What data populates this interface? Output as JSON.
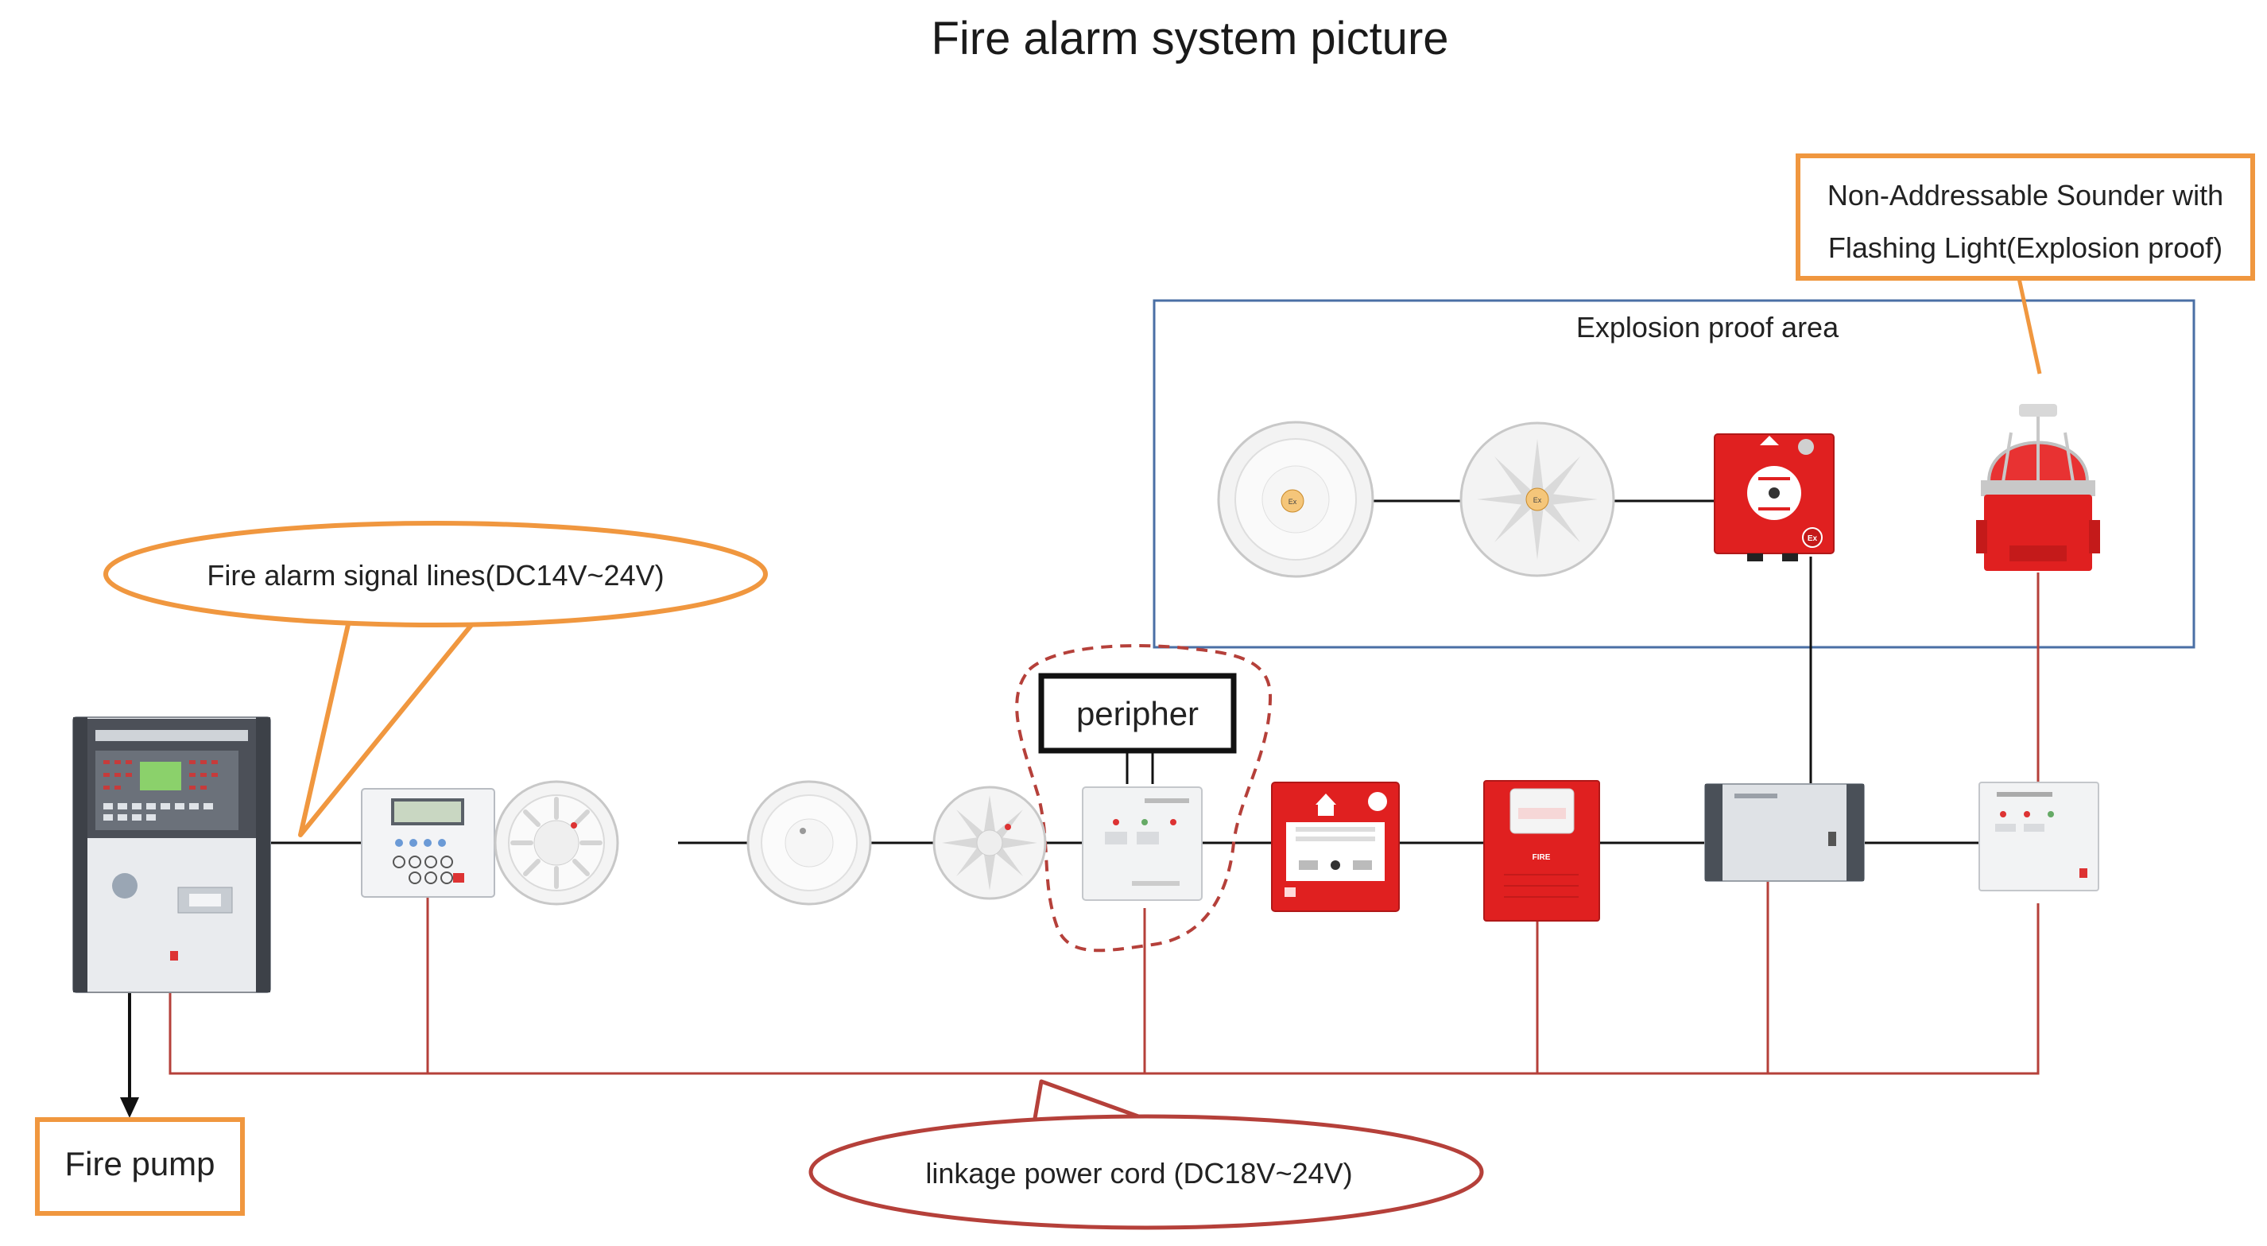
{
  "title": "Fire alarm system picture",
  "callouts": {
    "signal_lines": "Fire alarm signal lines(DC14V~24V)",
    "power_cord": "linkage power cord (DC18V~24V)",
    "sounder_line1": "Non-Addressable Sounder with",
    "sounder_line2": "Flashing Light(Explosion proof)",
    "explosion_area": "Explosion proof area",
    "peripher": "peripher",
    "fire_pump": "Fire pump"
  },
  "device_marks": {
    "ex": "Ex",
    "fire": "FIRE"
  },
  "colors": {
    "signal_line": "#111111",
    "power_line": "#b5403a",
    "orange_callout": "#f0973f",
    "red_callout": "#b5403a",
    "explosion_box": "#4a6fa5",
    "device_red": "#e02020",
    "panel_grey": "#e9ebee"
  }
}
